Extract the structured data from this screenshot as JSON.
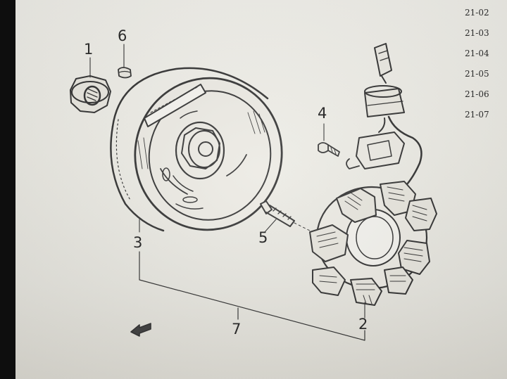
{
  "reference_codes": [
    "21-02",
    "21-03",
    "21-04",
    "21-05",
    "21-06",
    "21-07"
  ],
  "callouts": {
    "part_1": "1",
    "part_2": "2",
    "part_3": "3",
    "part_4": "4",
    "part_5": "5",
    "part_6": "6",
    "part_7": "7"
  },
  "parts": {
    "part_1": "nut-icon",
    "part_2": "stator-icon",
    "part_3": "flywheel-rotor-icon",
    "part_4": "small-screw-icon",
    "part_5": "bolt-icon",
    "part_6": "woodruff-key-icon",
    "part_7": "rotor-stator-assembly-bracket"
  },
  "colors": {
    "paper": "#eceae3",
    "ink": "#2b2b2b",
    "frame": "#0e0e0e"
  }
}
